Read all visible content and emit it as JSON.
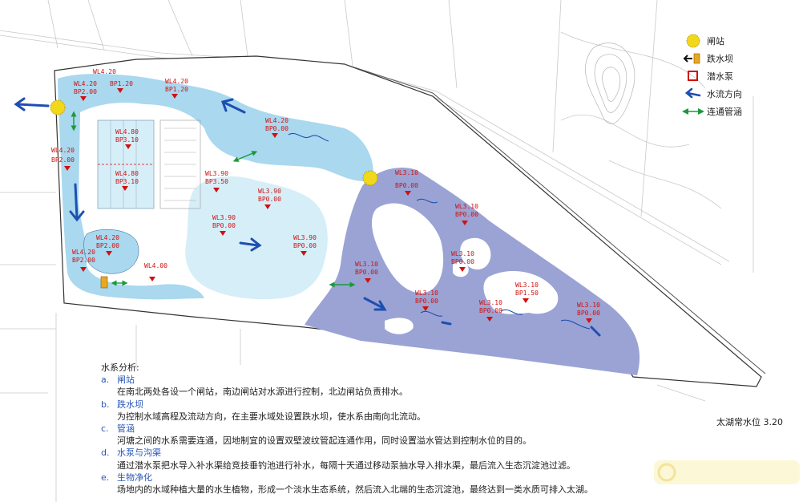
{
  "legend": {
    "items": [
      {
        "icon": "sluice-station-icon",
        "label": "闸站"
      },
      {
        "icon": "drop-dam-icon",
        "label": "跌水坝"
      },
      {
        "icon": "submersible-pump-icon",
        "label": "潜水泵"
      },
      {
        "icon": "water-flow-direction-icon",
        "label": "水流方向"
      },
      {
        "icon": "connecting-culvert-icon",
        "label": "连通管涵"
      }
    ]
  },
  "labels": {
    "wl4_20": "WL4.20",
    "bp2_00": "BP2.00",
    "bp1_20": "BP1.20",
    "bp0_00": "BP0.00",
    "wl4_80": "WL4.80",
    "bp3_10": "BP3.10",
    "wl3_90": "WL3.90",
    "bp3_50": "BP3.50",
    "wl4_00": "WL4.00",
    "wl3_10": "WL3.10",
    "bp1_50": "BP1.50"
  },
  "analysis": {
    "title": "水系分析:",
    "items": [
      {
        "letter": "a.",
        "heading": "闸站",
        "text": "在南北两处各设一个闸站，南边闸站对水源进行控制，北边闸站负责排水。"
      },
      {
        "letter": "b.",
        "heading": "跌水坝",
        "text": "为控制水域高程及流动方向，在主要水域处设置跌水坝，使水系由南向北流动。"
      },
      {
        "letter": "c.",
        "heading": "管涵",
        "text": "河塘之间的水系需要连通，因地制宜的设置双壁波纹管起连通作用，同时设置溢水管达到控制水位的目的。"
      },
      {
        "letter": "d.",
        "heading": "水泵与沟渠",
        "text": "通过潜水泵把水导入补水渠给竞技垂钓池进行补水，每隔十天通过移动泵抽水导入排水渠，最后流入生态沉淀池过滤。"
      },
      {
        "letter": "e.",
        "heading": "生物净化",
        "text": "场地内的水域种植大量的水生植物，形成一个淡水生态系统，然后流入北端的生态沉淀池，最终达到一类水质可排入太湖。"
      }
    ]
  },
  "lake_level": "太湖常水位 3.20",
  "colors": {
    "light_water": "#a9d8ef",
    "pale_water": "#d6eef7",
    "purple_water": "#9aa3d4",
    "flow_arrow": "#1e4fb0",
    "label_red": "#d01010",
    "station_yellow": "#f2d81a",
    "culvert_green": "#1a9a3a"
  }
}
